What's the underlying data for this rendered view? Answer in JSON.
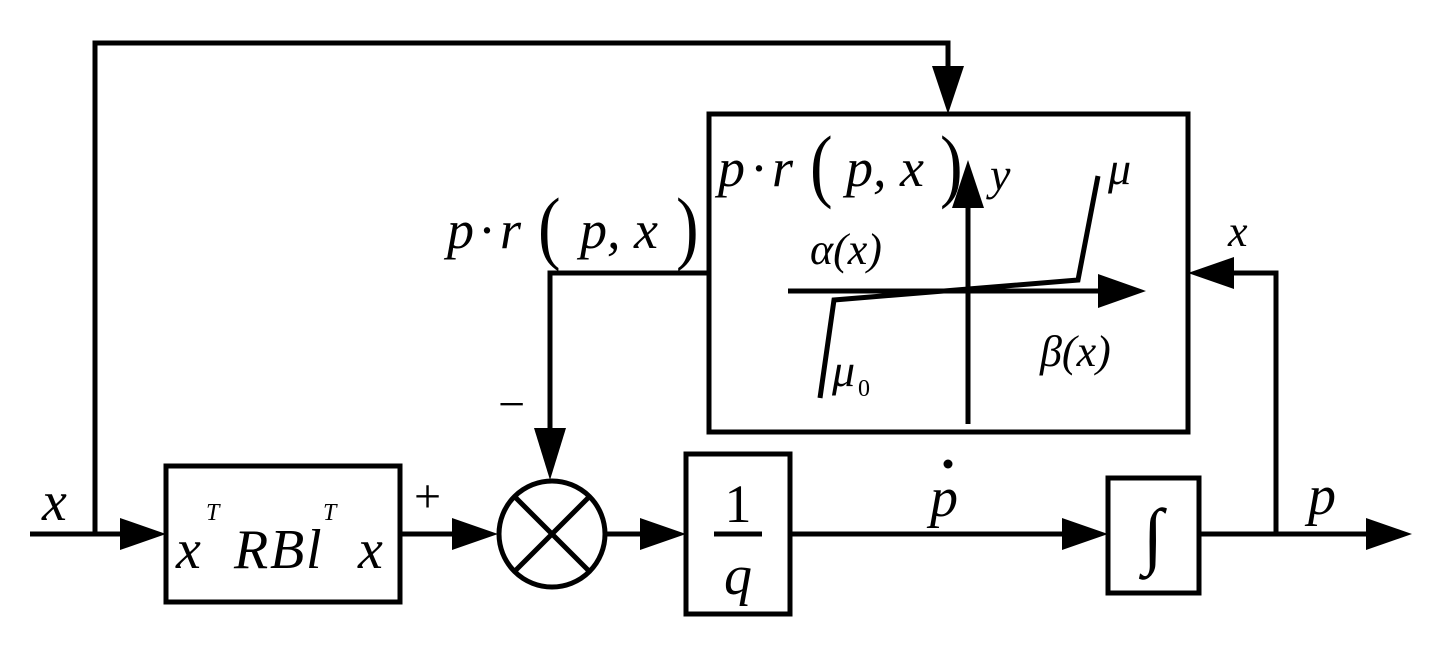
{
  "input": {
    "signal": "x"
  },
  "output": {
    "signal": "p"
  },
  "gain_block": {
    "x": "x",
    "T1": "T",
    "R": "R",
    "B": "B",
    "l": "l",
    "T2": "T",
    "x2": "x"
  },
  "summing_junction": {
    "plus": "+",
    "minus": "−"
  },
  "transfer_block": {
    "numerator": "1",
    "denominator": "q"
  },
  "derivative_signal": "p",
  "integrator_block": {
    "symbol": "∫"
  },
  "feedback_x": "x",
  "nonlinear_block": {
    "label": {
      "p": "p",
      "dot": "·",
      "r": "r",
      "lparen": "(",
      "args": "p, x",
      "rparen": ")"
    },
    "y_axis": "y",
    "mu": "μ",
    "mu0_base": "μ",
    "mu0_sub": "0",
    "alpha": "α(x)",
    "beta": "β(x)"
  },
  "feedback_label": {
    "p": "p",
    "dot": "·",
    "r": "r",
    "lparen": "(",
    "args": "p, x",
    "rparen": ")"
  }
}
